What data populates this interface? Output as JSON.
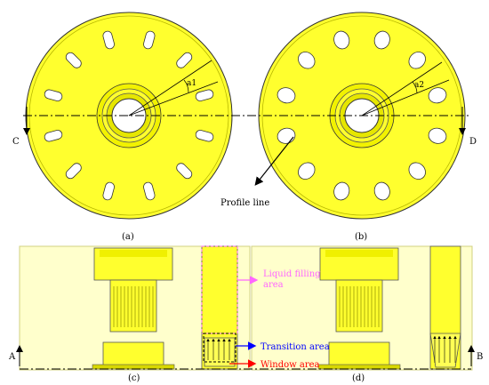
{
  "panels": {
    "a": {
      "label": "(a)",
      "angle_label": "a1"
    },
    "b": {
      "label": "(b)",
      "angle_label": "a2"
    },
    "c": {
      "label": "(c)"
    },
    "d": {
      "label": "(d)"
    }
  },
  "section_marks": {
    "c": "C",
    "d": "D",
    "a": "A",
    "b": "B"
  },
  "annotations": {
    "profile_line": "Profile line",
    "liquid_filling_1": "Liquid filling",
    "liquid_filling_2": "area",
    "transition": "Transition area",
    "window": "Window area"
  },
  "colors": {
    "part_fill": "#ffff2e",
    "part_dark": "#d8d800",
    "section_bg": "#ffffcc",
    "liquid_arrow": "#ff66ff",
    "transition_arrow": "#0000ff",
    "window_arrow": "#ff0000"
  }
}
